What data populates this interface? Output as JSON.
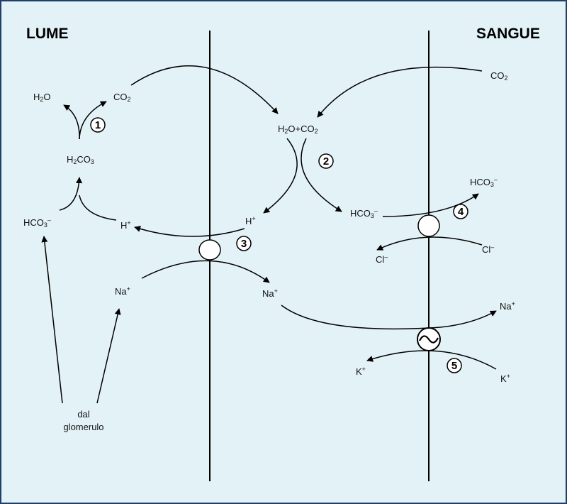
{
  "headers": {
    "left": "LUME",
    "right": "SANGUE"
  },
  "labels": {
    "h2o_left": "H2O",
    "co2_left": "CO2",
    "h2co3": "H2CO3",
    "hco3_left": "HCO3–",
    "h_left": "H+",
    "h2o_co2": "H2O+CO2",
    "co2_right": "CO2",
    "h_mid": "H+",
    "hco3_mid": "HCO3–",
    "hco3_right": "HCO3–",
    "cl_right": "Cl–",
    "cl_left": "Cl–",
    "na_left": "Na+",
    "na_mid": "Na+",
    "na_right": "Na+",
    "k_left": "K+",
    "k_right": "K+",
    "dal_line1": "dal",
    "dal_line2": "glomerulo"
  },
  "steps": [
    "1",
    "2",
    "3",
    "4",
    "5"
  ],
  "pump_symbol": "~",
  "colors": {
    "background": "#e3f2f7",
    "border": "#1f3f6a",
    "line": "#000000"
  }
}
